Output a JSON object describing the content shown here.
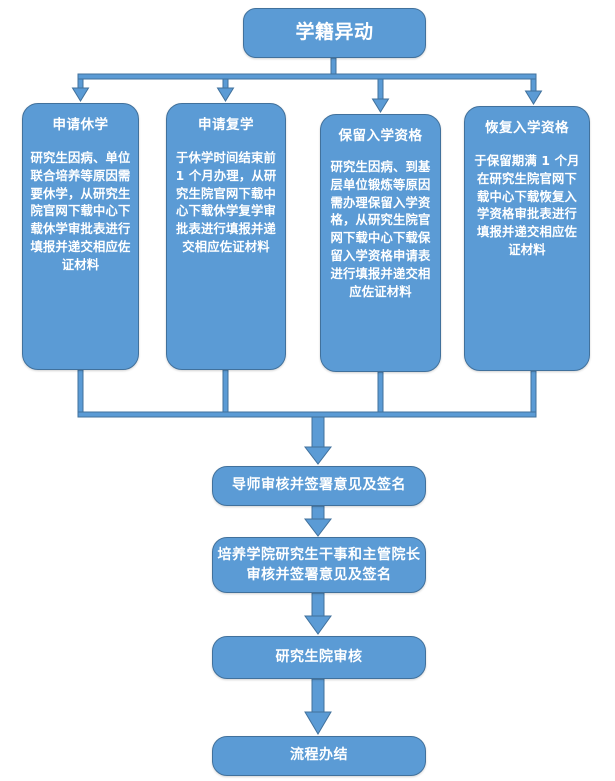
{
  "diagram": {
    "title": "学籍异动",
    "accent_color": "#5B9BD5",
    "border_color": "#41719C",
    "text_color": "#FFFFFF",
    "background_color": "#FFFFFF",
    "root": {
      "label": "学籍异动"
    },
    "branches": [
      {
        "title": "申请休学",
        "body": "研究生因病、单位联合培养等原因需要休学，从研究生院官网下载中心下载休学审批表进行填报并递交相应佐证材料"
      },
      {
        "title": "申请复学",
        "body": "于休学时间结束前 1 个月办理，从研究生院官网下载中心下载休学复学审批表进行填报并递交相应佐证材料"
      },
      {
        "title": "保留入学资格",
        "body": "研究生因病、到基层单位锻炼等原因需办理保留入学资格，从研究生院官网下载中心下载保留入学资格申请表进行填报并递交相应佐证材料"
      },
      {
        "title": "恢复入学资格",
        "body": "于保留期满 1 个月在研究生院官网下载中心下载恢复入学资格审批表进行填报并递交相应佐证材料"
      }
    ],
    "steps": [
      {
        "label": "导师审核并签署意见及签名"
      },
      {
        "label": "培养学院研究生干事和主管院长审核并签署意见及签名"
      },
      {
        "label": "研究生院审核"
      },
      {
        "label": "流程办结"
      }
    ]
  }
}
